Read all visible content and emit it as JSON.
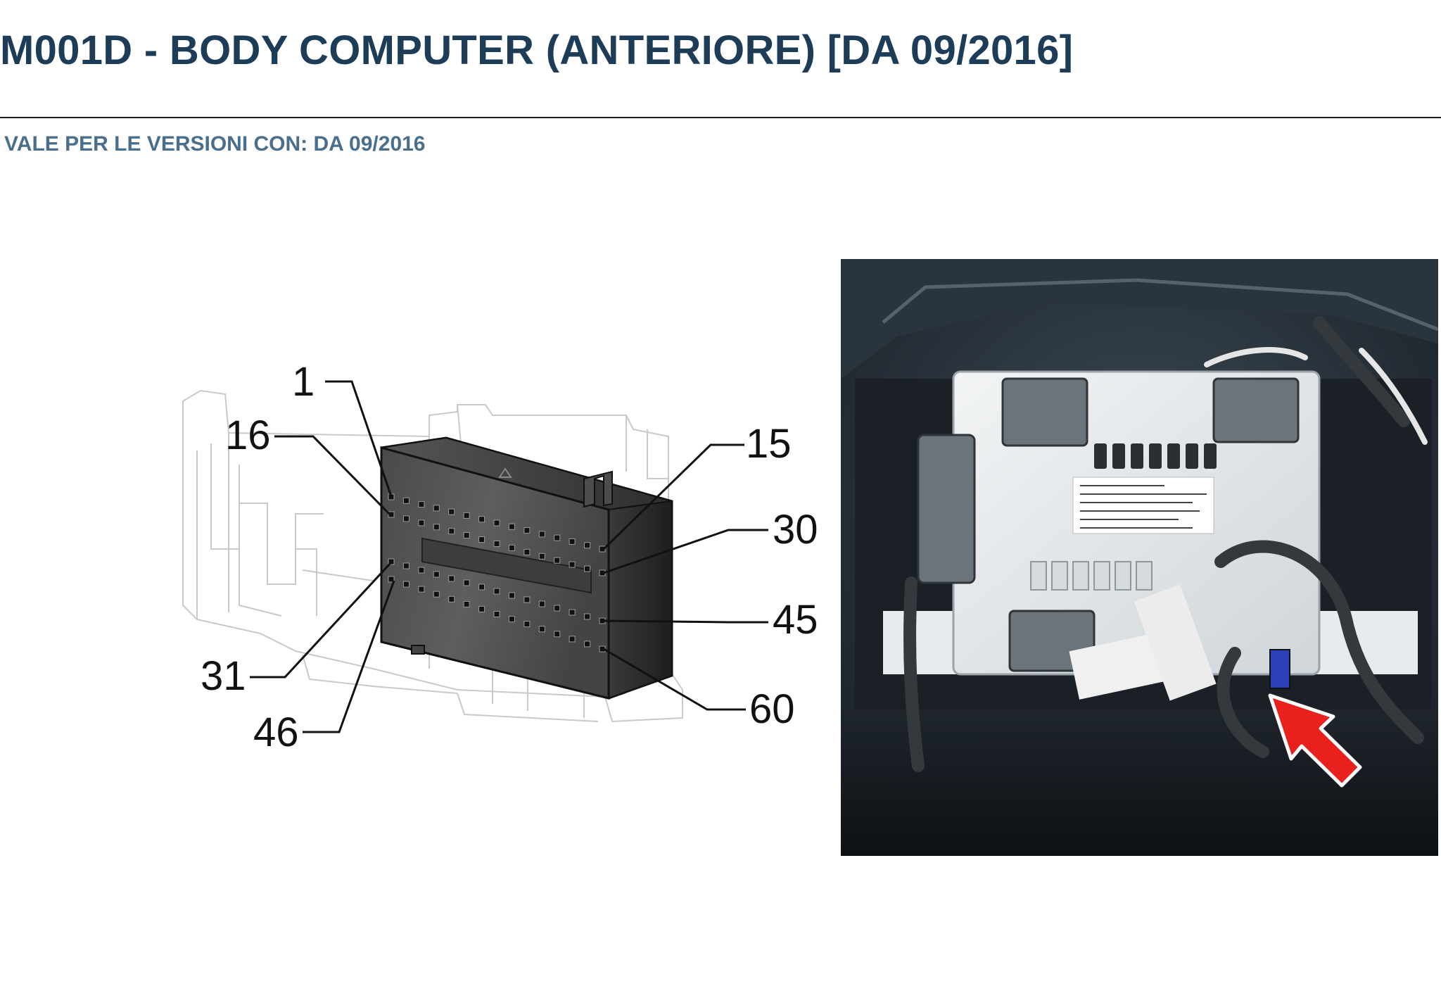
{
  "header": {
    "title": "M001D - BODY COMPUTER (ANTERIORE) [DA 09/2016]",
    "subtitle": "VALE PER LE VERSIONI CON: DA 09/2016"
  },
  "connector_diagram": {
    "pin_labels": {
      "p1": "1",
      "p16": "16",
      "p15": "15",
      "p30": "30",
      "p45": "45",
      "p60": "60",
      "p31": "31",
      "p46": "46"
    }
  },
  "photo": {
    "pointer_arrow_color": "#e8201e"
  },
  "colors": {
    "title": "#1d3c58",
    "subtitle": "#4a6f8c",
    "connector_body": "#3a3a3a"
  }
}
